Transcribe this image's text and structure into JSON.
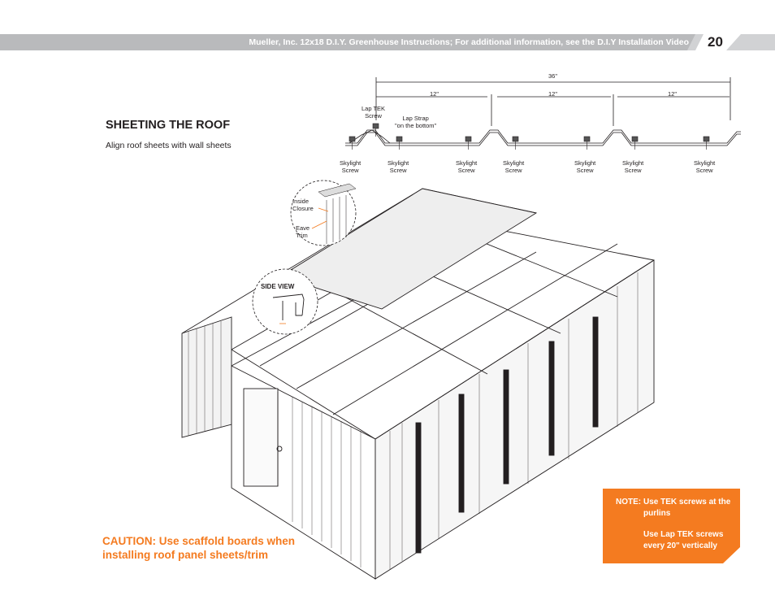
{
  "header": {
    "title": "Mueller, Inc. 12x18 D.I.Y. Greenhouse Instructions; For additional information, see the D.I.Y Installation Video",
    "page_number": "20"
  },
  "section": {
    "title": "SHEETING THE ROOF",
    "subtitle": "Align roof sheets with wall sheets"
  },
  "profile_detail": {
    "overall_width": "36\"",
    "segment_widths": [
      "12\"",
      "12\"",
      "12\""
    ],
    "lap_tek_screw": [
      "Lap TEK",
      "Screw"
    ],
    "lap_strap": [
      "Lap Strap",
      "\"on the bottom\""
    ],
    "skylight_screws": [
      [
        "Skylight",
        "Screw"
      ],
      [
        "Skylight",
        "Screw"
      ],
      [
        "Skylight",
        "Screw"
      ],
      [
        "Skylight",
        "Screw"
      ],
      [
        "Skylight",
        "Screw"
      ],
      [
        "Skylight",
        "Screw"
      ],
      [
        "Skylight",
        "Screw"
      ]
    ]
  },
  "callouts": {
    "inside_closure": [
      "Inside",
      "Closure"
    ],
    "eave_trim": [
      "Eave",
      "Trim"
    ],
    "side_view": "SIDE  VIEW"
  },
  "caution": "CAUTION: Use scaffold boards when installing roof panel sheets/trim",
  "note": {
    "label": "NOTE:",
    "line1": "Use TEK screws at the purlins",
    "line2": "Use Lap TEK screws every 20\" vertically"
  },
  "colors": {
    "accent": "#f47b20",
    "header_bar": "#cfd0d2",
    "line": "#231f20"
  }
}
